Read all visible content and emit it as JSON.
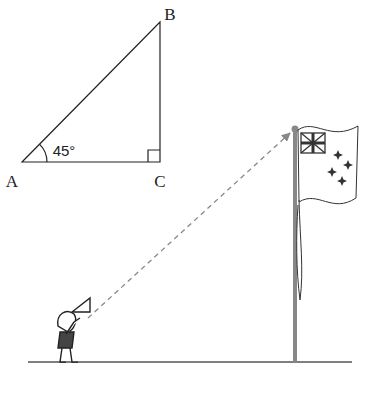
{
  "diagram": {
    "labels": [
      "B",
      "45°",
      "A",
      "C"
    ]
  }
}
